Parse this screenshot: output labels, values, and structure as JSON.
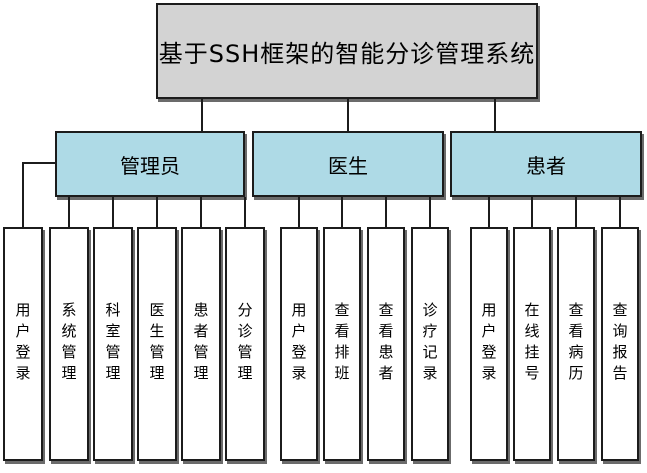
{
  "diagram": {
    "title": "基于SSH框架的智能分诊管理系统",
    "colors": {
      "root_fill": "#d3d3d3",
      "branch_fill": "#aedae6",
      "leaf_fill": "#ffffff",
      "border": "#1c1c1c",
      "line": "#1c1c1c",
      "shadow": "#6b6b6b"
    },
    "branches": [
      {
        "label": "管理员",
        "children": [
          "用户登录",
          "系统管理",
          "科室管理",
          "医生管理",
          "患者管理",
          "分诊管理"
        ]
      },
      {
        "label": "医生",
        "children": [
          "用户登录",
          "查看排班",
          "查看患者",
          "诊疗记录"
        ]
      },
      {
        "label": "患者",
        "children": [
          "用户登录",
          "在线挂号",
          "查看病历",
          "查询报告"
        ]
      }
    ]
  }
}
